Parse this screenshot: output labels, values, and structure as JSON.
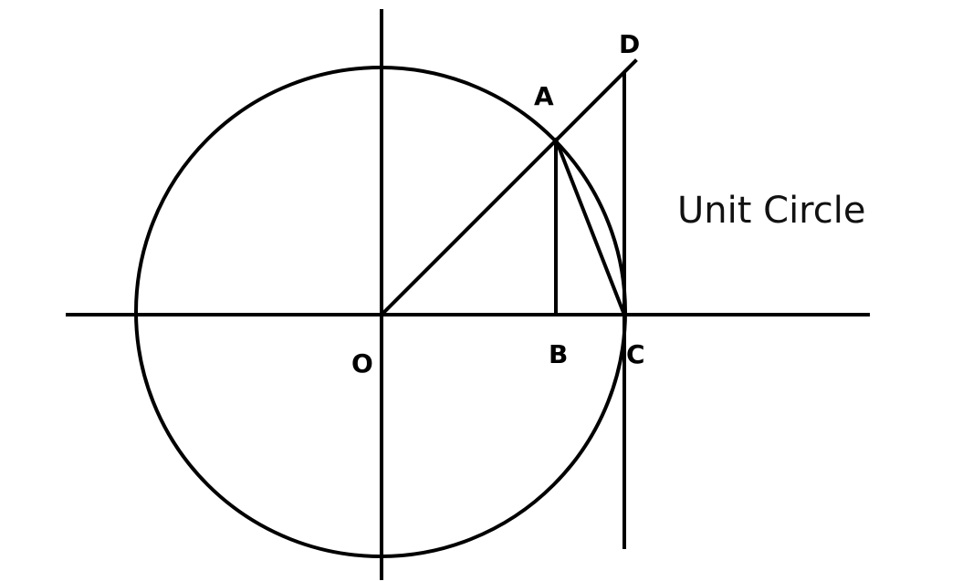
{
  "diagram": {
    "title": "Unit Circle",
    "points": {
      "O": "O",
      "A": "A",
      "B": "B",
      "C": "C",
      "D": "D"
    },
    "colors": {
      "stroke": "#000000",
      "background": "#ffffff"
    },
    "elements": [
      "circle centered at O",
      "x-axis",
      "y-axis",
      "segment O-D through A",
      "segment A-B perpendicular to x-axis",
      "segment A-C chord",
      "vertical tangent line at C through D"
    ]
  }
}
